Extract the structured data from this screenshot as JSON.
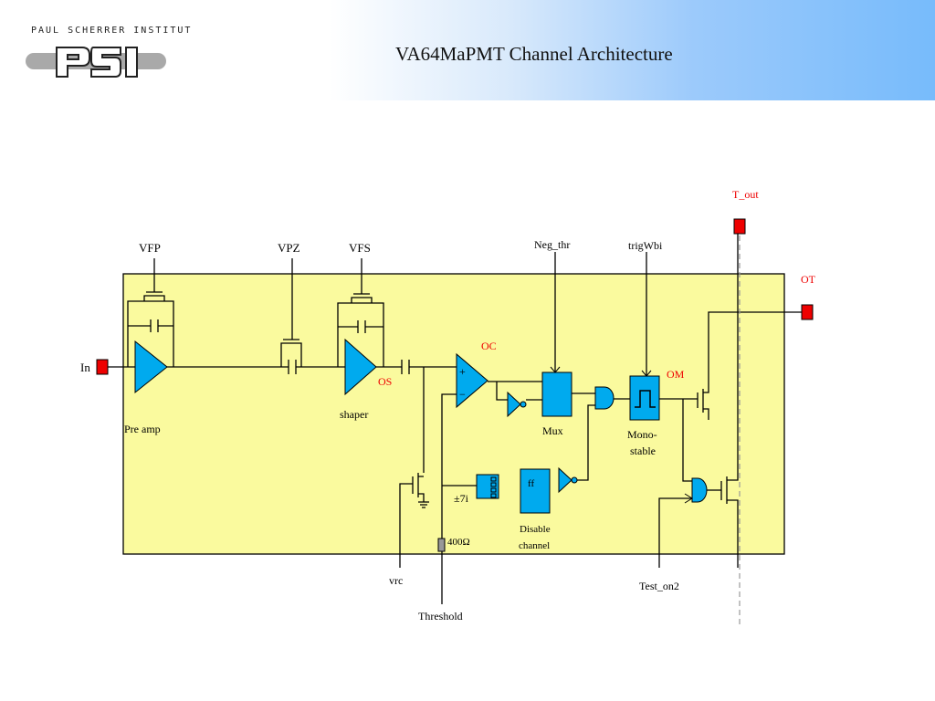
{
  "header": {
    "institute": "PAUL SCHERRER INSTITUT",
    "logo": "PSI",
    "title": "VA64MaPMT Channel Architecture"
  },
  "diagram": {
    "pins": {
      "in": "In",
      "vfp": "VFP",
      "vpz": "VPZ",
      "vfs": "VFS",
      "neg_thr": "Neg_thr",
      "trigwbi": "trigWbi",
      "t_out": "T_out",
      "ot": "OT",
      "vrc": "vrc",
      "threshold": "Threshold",
      "test_on2": "Test_on2"
    },
    "blocks": {
      "preamp": "Pre amp",
      "shaper": "shaper",
      "os": "OS",
      "oc": "OC",
      "plus": "+",
      "minus": "−",
      "mux": "Mux",
      "om": "OM",
      "mono": "Mono-",
      "stable": "stable",
      "ff": "ff",
      "disable": "Disable",
      "channel": "channel",
      "dac": "±7i",
      "resistor": "400Ω"
    },
    "colors": {
      "box_fill": "#fafa9e",
      "component": "#00aaee",
      "pin_red": "#ee0000",
      "label_red": "#ee0000",
      "wire": "#000000"
    }
  }
}
